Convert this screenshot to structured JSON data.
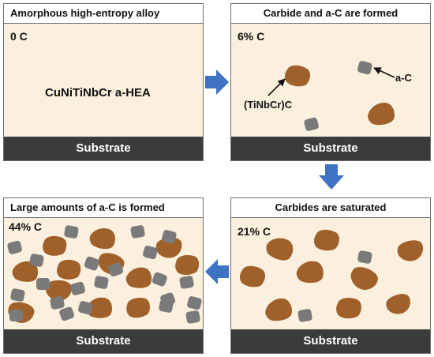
{
  "panels": {
    "p1": {
      "title": "Amorphous high-entropy alloy",
      "carbon": "0 C",
      "material_label": "CuNiTiNbCr a-HEA",
      "substrate": "Substrate"
    },
    "p2": {
      "title": "Carbide and a-C are formed",
      "carbon": "6% C",
      "carbide_label": "(TiNbCr)C",
      "ac_label": "a-C",
      "substrate": "Substrate"
    },
    "p3": {
      "title": "Carbides are saturated",
      "carbon": "21% C",
      "substrate": "Substrate"
    },
    "p4": {
      "title": "Large amounts of a-C is formed",
      "carbon": "44% C",
      "substrate": "Substrate"
    }
  },
  "colors": {
    "matrix": "#fbefde",
    "carbide": "#a0602a",
    "amorphous_carbon": "#7a7a7a",
    "substrate": "#3b3b3b",
    "arrow": "#3e73c4"
  }
}
